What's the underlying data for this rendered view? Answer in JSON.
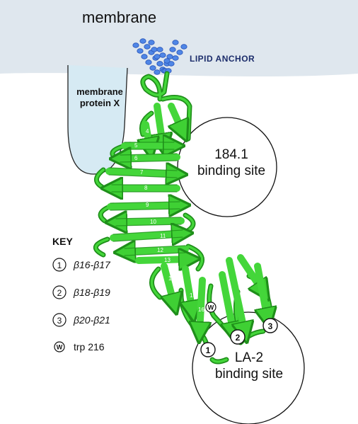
{
  "diagram": {
    "membrane_label": "membrane",
    "lipid_anchor_label": "LIPID ANCHOR",
    "membrane_protein_label": "membrane protein X",
    "binding_site_184": "184.1 binding site",
    "binding_site_la2": "LA-2 binding site",
    "strand_numbers": [
      "4",
      "5",
      "6",
      "7",
      "8",
      "9",
      "10",
      "11",
      "12",
      "13",
      "14",
      "15",
      "16"
    ],
    "site_markers": [
      "1",
      "2",
      "3"
    ],
    "trp_marker": "W"
  },
  "key": {
    "title": "KEY",
    "items": [
      {
        "symbol": "1",
        "label": "β16-β17"
      },
      {
        "symbol": "2",
        "label": "β18-β19"
      },
      {
        "symbol": "3",
        "label": "β20-β21"
      },
      {
        "symbol": "W",
        "label": "trp 216"
      }
    ]
  },
  "colors": {
    "membrane": "#dfe7ee",
    "protein_x": "#d6eaf3",
    "ribbon": "#44d63a",
    "ribbon_dark": "#1f8f1a",
    "lipid": "#4f86e6"
  }
}
